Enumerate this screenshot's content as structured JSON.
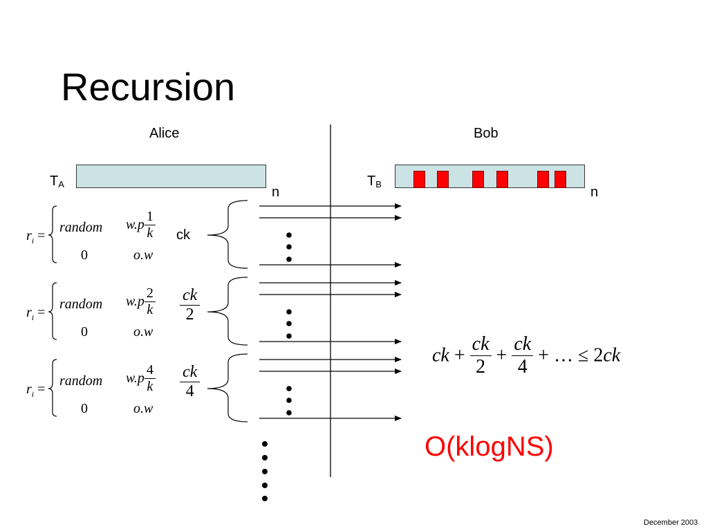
{
  "slide": {
    "title": "Recursion",
    "footer": "December 2003"
  },
  "columns": {
    "alice": "Alice",
    "bob": "Bob"
  },
  "sets": {
    "ta_main": "T",
    "ta_sub": "A",
    "tb_main": "T",
    "tb_sub": "B",
    "n_left": "n",
    "n_right": "n"
  },
  "rows": [
    {
      "r_var": "r",
      "r_sub": "i",
      "eq_sign": "=",
      "case1_value": "random",
      "case1_cond": "w.p",
      "prob_num": "1",
      "prob_den": "k",
      "case2_value": "0",
      "case2_cond": "o.w",
      "count_label": "ck"
    },
    {
      "r_var": "r",
      "r_sub": "i",
      "eq_sign": "=",
      "case1_value": "random",
      "case1_cond": "w.p",
      "prob_num": "2",
      "prob_den": "k",
      "case2_value": "0",
      "case2_cond": "o.w",
      "count_num": "ck",
      "count_den": "2"
    },
    {
      "r_var": "r",
      "r_sub": "i",
      "eq_sign": "=",
      "case1_value": "random",
      "case1_cond": "w.p",
      "prob_num": "4",
      "prob_den": "k",
      "case2_value": "0",
      "case2_cond": "o.w",
      "count_num": "ck",
      "count_den": "4"
    }
  ],
  "sum_formula": {
    "t1": "ck",
    "plus1": "+",
    "f1_num": "ck",
    "f1_den": "2",
    "plus2": "+",
    "f2_num": "ck",
    "f2_den": "4",
    "tail": "+ … ≤ 2",
    "rhs": "ck"
  },
  "complexity": {
    "text": "O(klogNS)",
    "color": "#ff0000"
  },
  "colors": {
    "set_fill": "#cce3e6",
    "highlight": "#ff0000"
  }
}
